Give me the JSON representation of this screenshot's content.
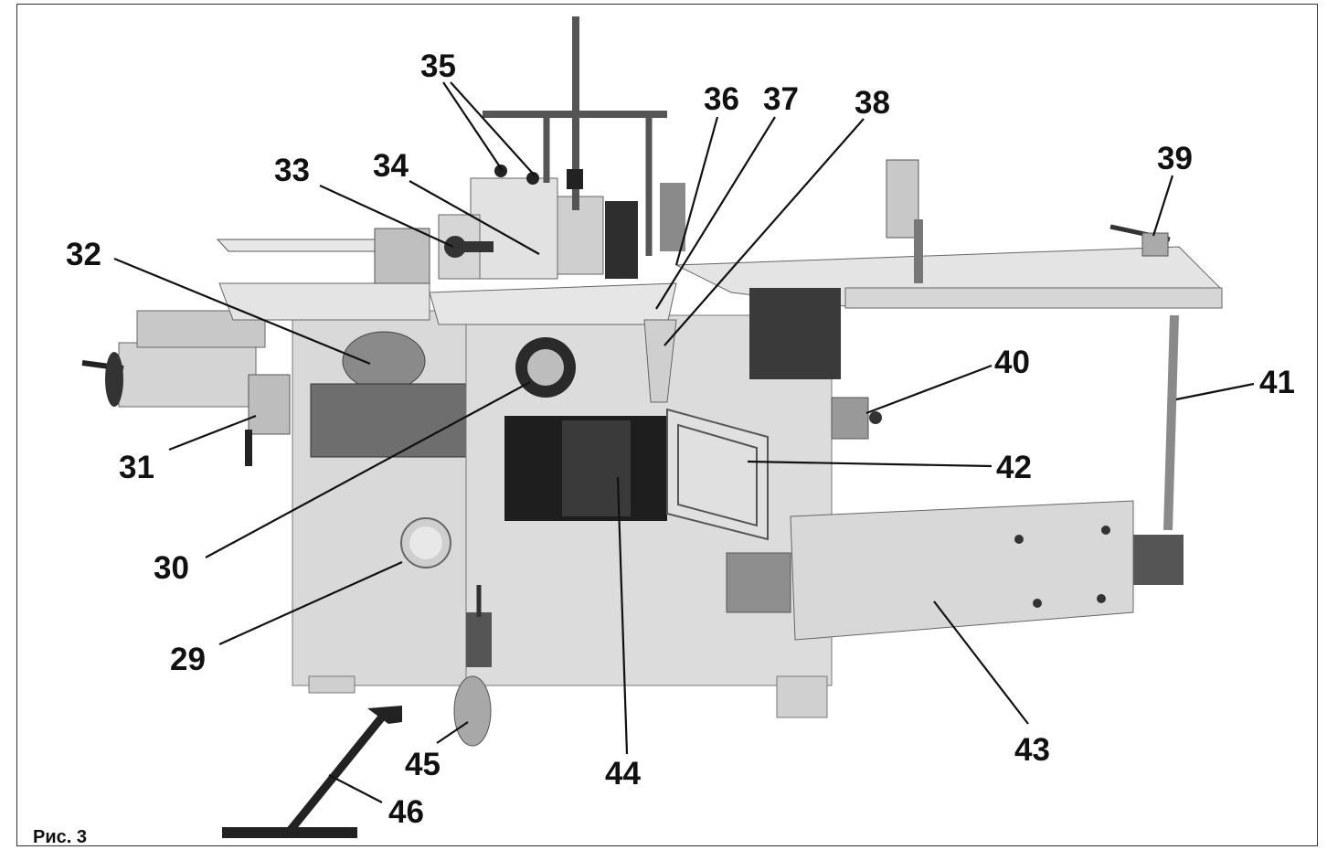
{
  "figure": {
    "caption": "Рис. 3",
    "callouts": [
      "29",
      "30",
      "31",
      "32",
      "33",
      "34",
      "35",
      "36",
      "37",
      "38",
      "39",
      "40",
      "41",
      "42",
      "43",
      "44",
      "45",
      "46"
    ]
  },
  "colors": {
    "machine_body": "#d9d9d9",
    "machine_shadow": "#9a9a9a",
    "table_top": "#e6e6e6",
    "dark_parts": "#2a2a2a",
    "line": "#111111"
  }
}
